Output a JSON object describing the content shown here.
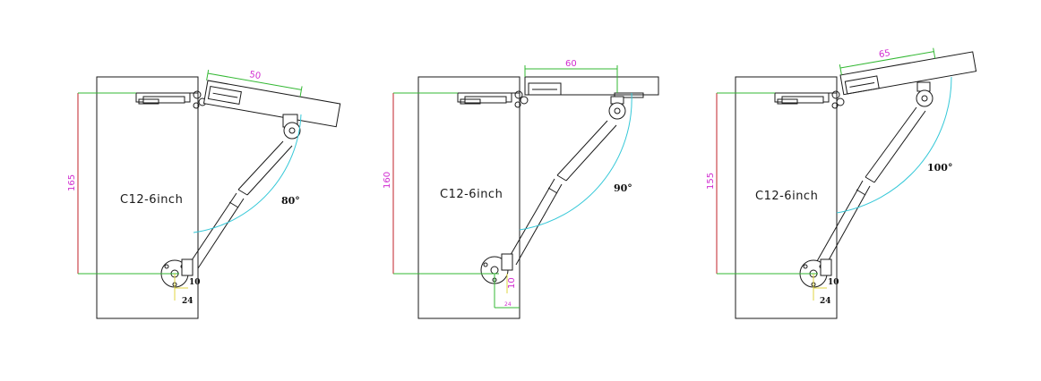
{
  "diagrams": [
    {
      "model": "C12-6inch",
      "height_dim": "165",
      "top_dim": "50",
      "angle": "80°",
      "offset_v": "10",
      "offset_h": "24"
    },
    {
      "model": "C12-6inch",
      "height_dim": "160",
      "top_dim": "60",
      "angle": "90°",
      "offset_v": "10",
      "offset_h": "24"
    },
    {
      "model": "C12-6inch",
      "height_dim": "155",
      "top_dim": "65",
      "angle": "100°",
      "offset_v": "10",
      "offset_h": "24"
    }
  ],
  "colors": {
    "outline": "#1a1a1a",
    "dimension_text": "#d12cd0",
    "height_line": "#c0202a",
    "extension_line": "#33b833",
    "swing_arc": "#35c8d8",
    "offset_line": "#e0d640"
  }
}
